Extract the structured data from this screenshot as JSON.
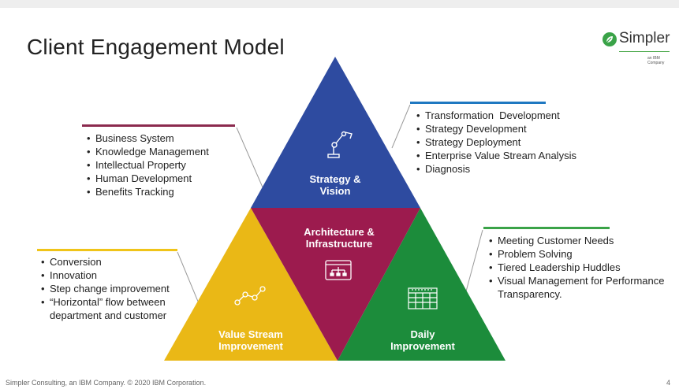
{
  "title": "Client Engagement Model",
  "logo": {
    "word": "Simpler",
    "sub": "an IBM Company",
    "icon": "leaf-icon"
  },
  "colors": {
    "strategy": "#2e4ba0",
    "architecture": "#9c1b4e",
    "value_stream": "#eab816",
    "daily": "#1c8c3b",
    "bar_business": "#8b2a4e",
    "bar_transformation": "#1f78c1",
    "bar_conversion": "#f0c419",
    "bar_meeting": "#3aa348"
  },
  "triangles": {
    "strategy": {
      "line1": "Strategy &",
      "line2": "Vision",
      "icon": "robot-arm-icon"
    },
    "architecture": {
      "line1": "Architecture &",
      "line2": "Infrastructure",
      "icon": "org-chart-icon"
    },
    "value_stream": {
      "line1": "Value Stream",
      "line2": "Improvement",
      "icon": "flow-nodes-icon"
    },
    "daily": {
      "line1": "Daily",
      "line2": "Improvement",
      "icon": "calendar-icon"
    }
  },
  "lists": {
    "business": [
      "Business System",
      "Knowledge Management",
      "Intellectual Property",
      "Human Development",
      "Benefits Tracking"
    ],
    "transformation": [
      "Transformation  Development",
      "Strategy Development",
      "Strategy Deployment",
      "Enterprise Value Stream Analysis",
      "Diagnosis"
    ],
    "conversion": [
      "Conversion",
      "Innovation",
      "Step change improvement",
      "“Horizontal” flow between department and customer"
    ],
    "meeting": [
      "Meeting Customer Needs",
      "Problem Solving",
      "Tiered Leadership Huddles",
      "Visual Management for Performance Transparency."
    ]
  },
  "footer": "Simpler Consulting, an IBM Company. © 2020 IBM Corporation.",
  "page_number": "4"
}
